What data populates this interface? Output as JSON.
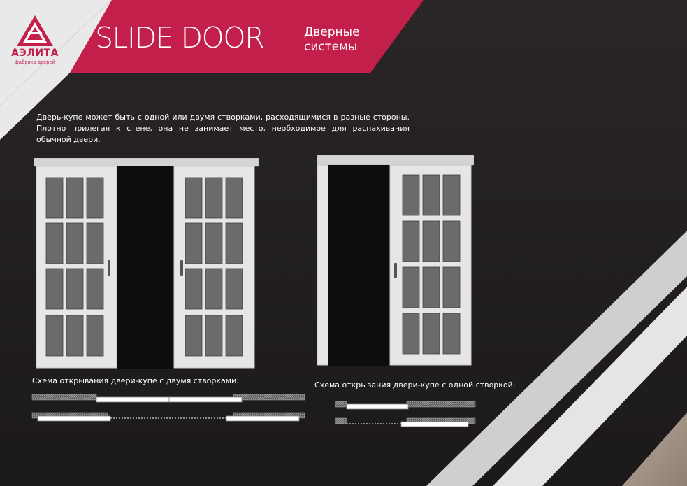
{
  "brand": {
    "name": "АЭЛИТА",
    "tagline": "фабрика дверей"
  },
  "header": {
    "title": "SLIDE DOOR",
    "subtitle": "Дверные системы"
  },
  "intro_text": "Дверь-купе может быть с одной или двумя створками, расходящимися в разные стороны. Плотно прилегая к стене, она не занимает место, необходимое для распахивания обычной двери.",
  "captions": {
    "double": "Схема открывания двери-купе с двумя створками:",
    "single": "Схема открывания двери-купе с одной створкой:"
  },
  "colors": {
    "background": "#231f20",
    "accent": "#c21f4a",
    "light_band": "#d9d9d9",
    "door_panel": "#e6e6e6",
    "glass": "#6b6b6b"
  },
  "illustrations": {
    "double_door": "double-sliding-door-illustration",
    "single_door": "single-sliding-door-illustration",
    "logo": "triangle-logo-icon"
  }
}
